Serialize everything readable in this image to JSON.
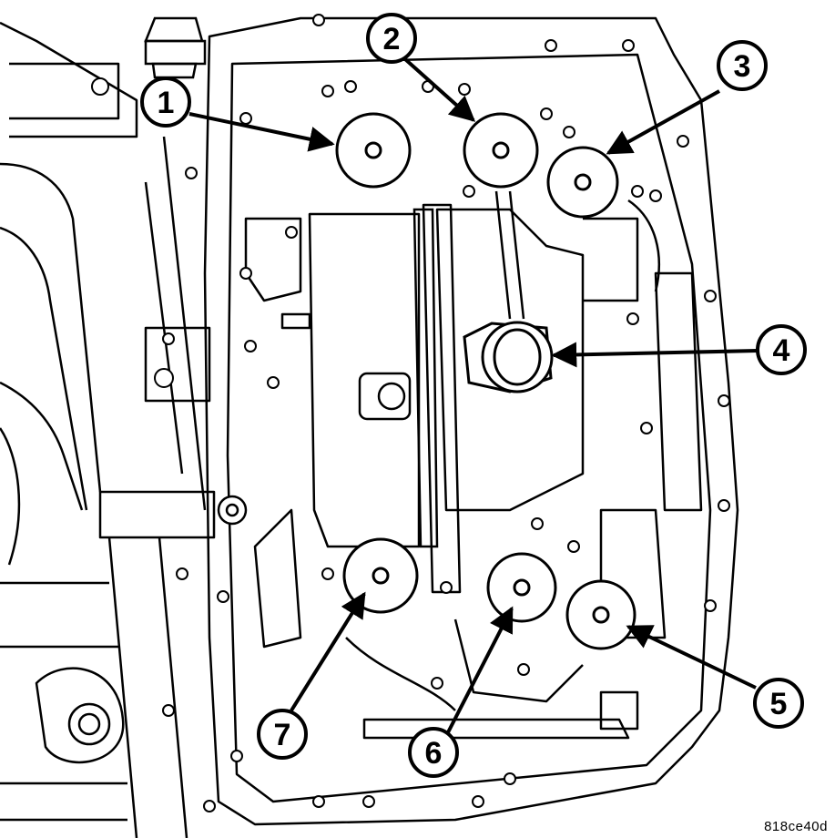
{
  "diagram": {
    "figure_id": "818ce40d",
    "callouts": [
      {
        "label": "1"
      },
      {
        "label": "2"
      },
      {
        "label": "3"
      },
      {
        "label": "4"
      },
      {
        "label": "5"
      },
      {
        "label": "6"
      },
      {
        "label": "7"
      }
    ]
  },
  "colors": {
    "line": "#000000",
    "background": "#ffffff"
  }
}
